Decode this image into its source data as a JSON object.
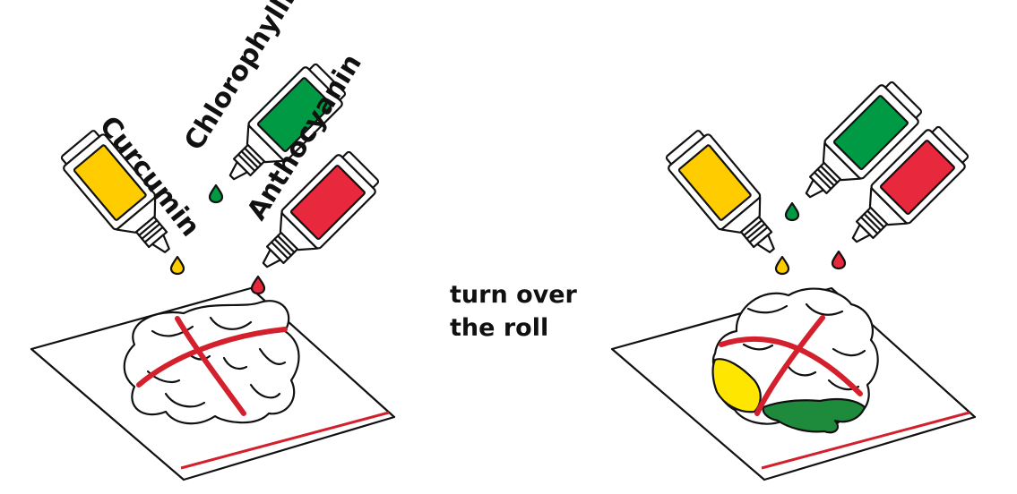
{
  "labels": {
    "curcumin": "Curcumin",
    "chlorophyllin": "Chlorophyllin",
    "anthocyanin": "Anthocyanin"
  },
  "instruction": {
    "line1": "turn over",
    "line2": "the roll"
  },
  "colors": {
    "curcumin": "#FFCC00",
    "chlorophyllin": "#009944",
    "anthocyanin": "#E8283C",
    "rubber_band": "#D4202C",
    "ink": "#111111"
  }
}
